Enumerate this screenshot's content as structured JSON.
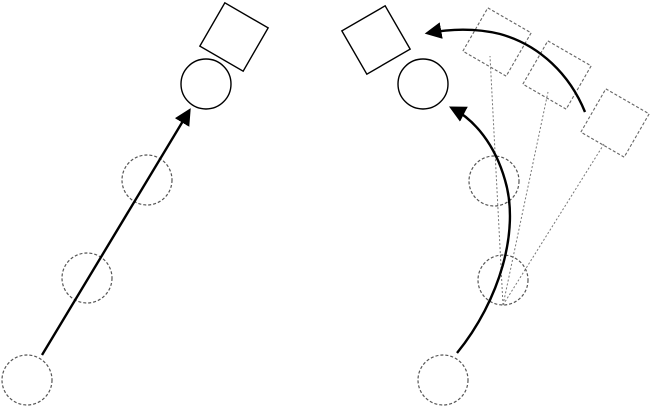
{
  "diagram": {
    "type": "motion-illustration",
    "panels": [
      {
        "id": "straight-motion",
        "description_labels": [],
        "path_style": "straight",
        "intermediate_pose_count": 2,
        "has_orientation_box": true
      },
      {
        "id": "curved-motion",
        "description_labels": [],
        "path_style": "curved",
        "intermediate_pose_count": 2,
        "has_orientation_box": true,
        "ghost_box_count": 3
      }
    ],
    "colors": {
      "stroke": "#000000",
      "ghost_stroke": "#555555",
      "background": "#ffffff"
    }
  }
}
